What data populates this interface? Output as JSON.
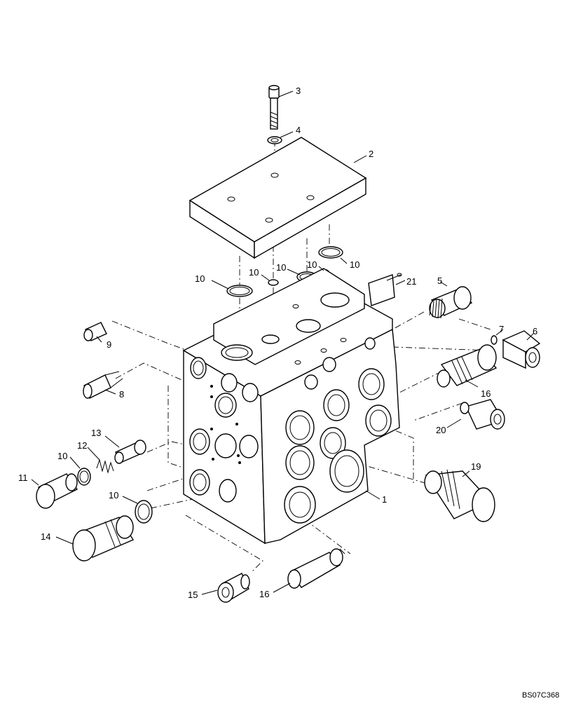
{
  "diagram": {
    "drawing_code": "BS07C368",
    "callouts": {
      "c1": "1",
      "c2": "2",
      "c3": "3",
      "c4": "4",
      "c5": "5",
      "c6": "6",
      "c7": "7",
      "c8": "8",
      "c9": "9",
      "c10a": "10",
      "c10b": "10",
      "c10c": "10",
      "c10d": "10",
      "c10e": "10",
      "c10f": "10",
      "c10g": "10",
      "c11": "11",
      "c12": "12",
      "c13": "13",
      "c14": "14",
      "c15": "15",
      "c16a": "16",
      "c16b": "16",
      "c19": "19",
      "c20": "20",
      "c21": "21"
    },
    "colors": {
      "line": "#000000",
      "background": "#ffffff"
    }
  }
}
